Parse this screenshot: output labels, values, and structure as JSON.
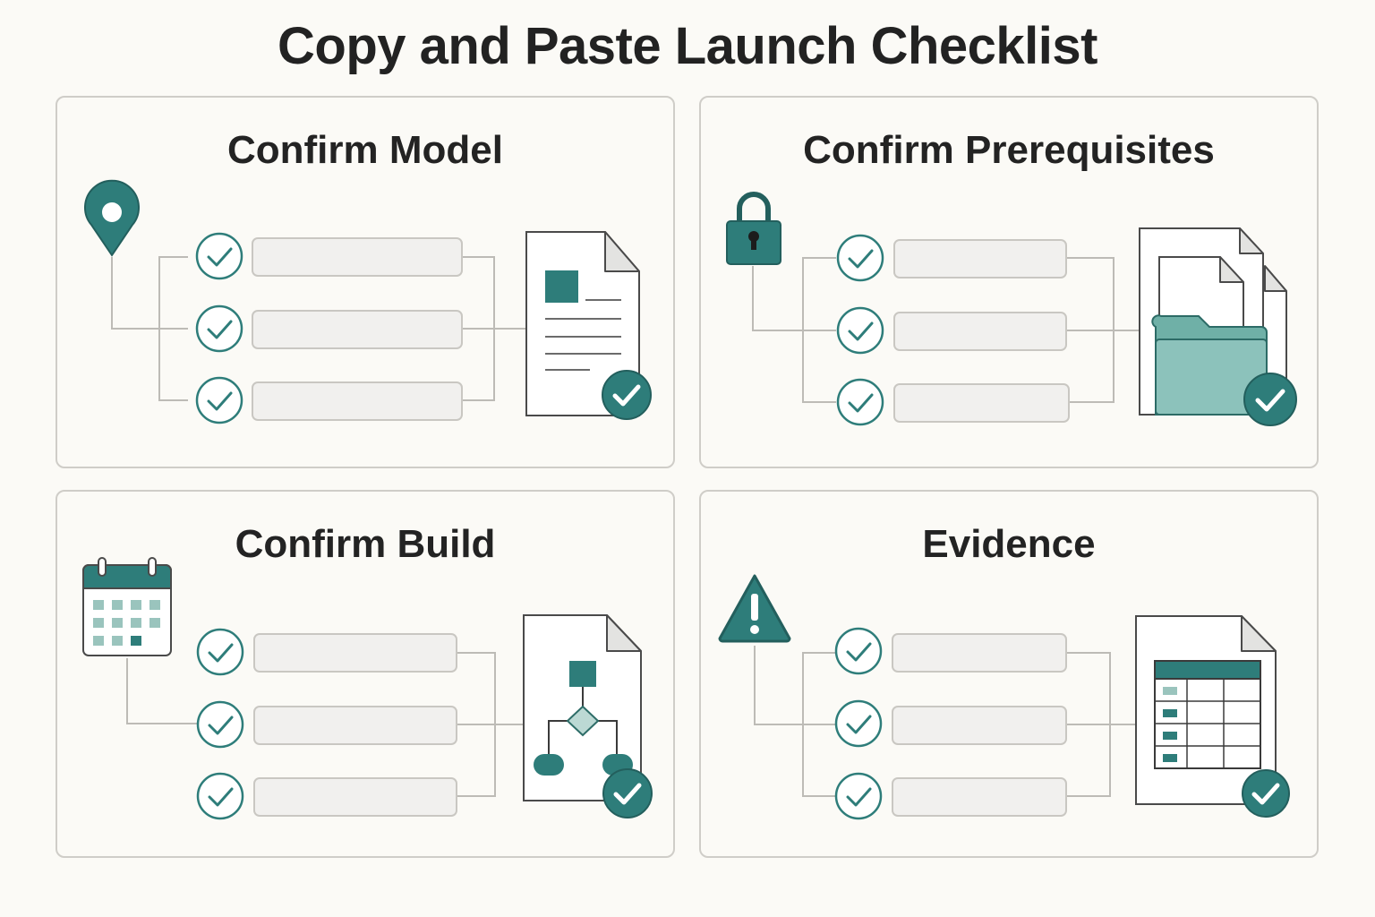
{
  "page": {
    "title": "Copy and Paste Launch Checklist"
  },
  "panels": [
    {
      "title": "Confirm Model",
      "icon": "map-pin-icon",
      "illustration": "document-icon"
    },
    {
      "title": "Confirm Prerequisites",
      "icon": "padlock-icon",
      "illustration": "folder-with-documents-icon"
    },
    {
      "title": "Confirm Build",
      "icon": "calendar-icon",
      "illustration": "flowchart-document-icon"
    },
    {
      "title": "Evidence",
      "icon": "warning-triangle-icon",
      "illustration": "spreadsheet-document-icon"
    }
  ],
  "colors": {
    "accent": "#2e7d7a",
    "accent_light": "#8cc2bb",
    "line": "#bdbbb6",
    "field_fill": "#f1f0ee",
    "background": "#fbfaf6"
  }
}
